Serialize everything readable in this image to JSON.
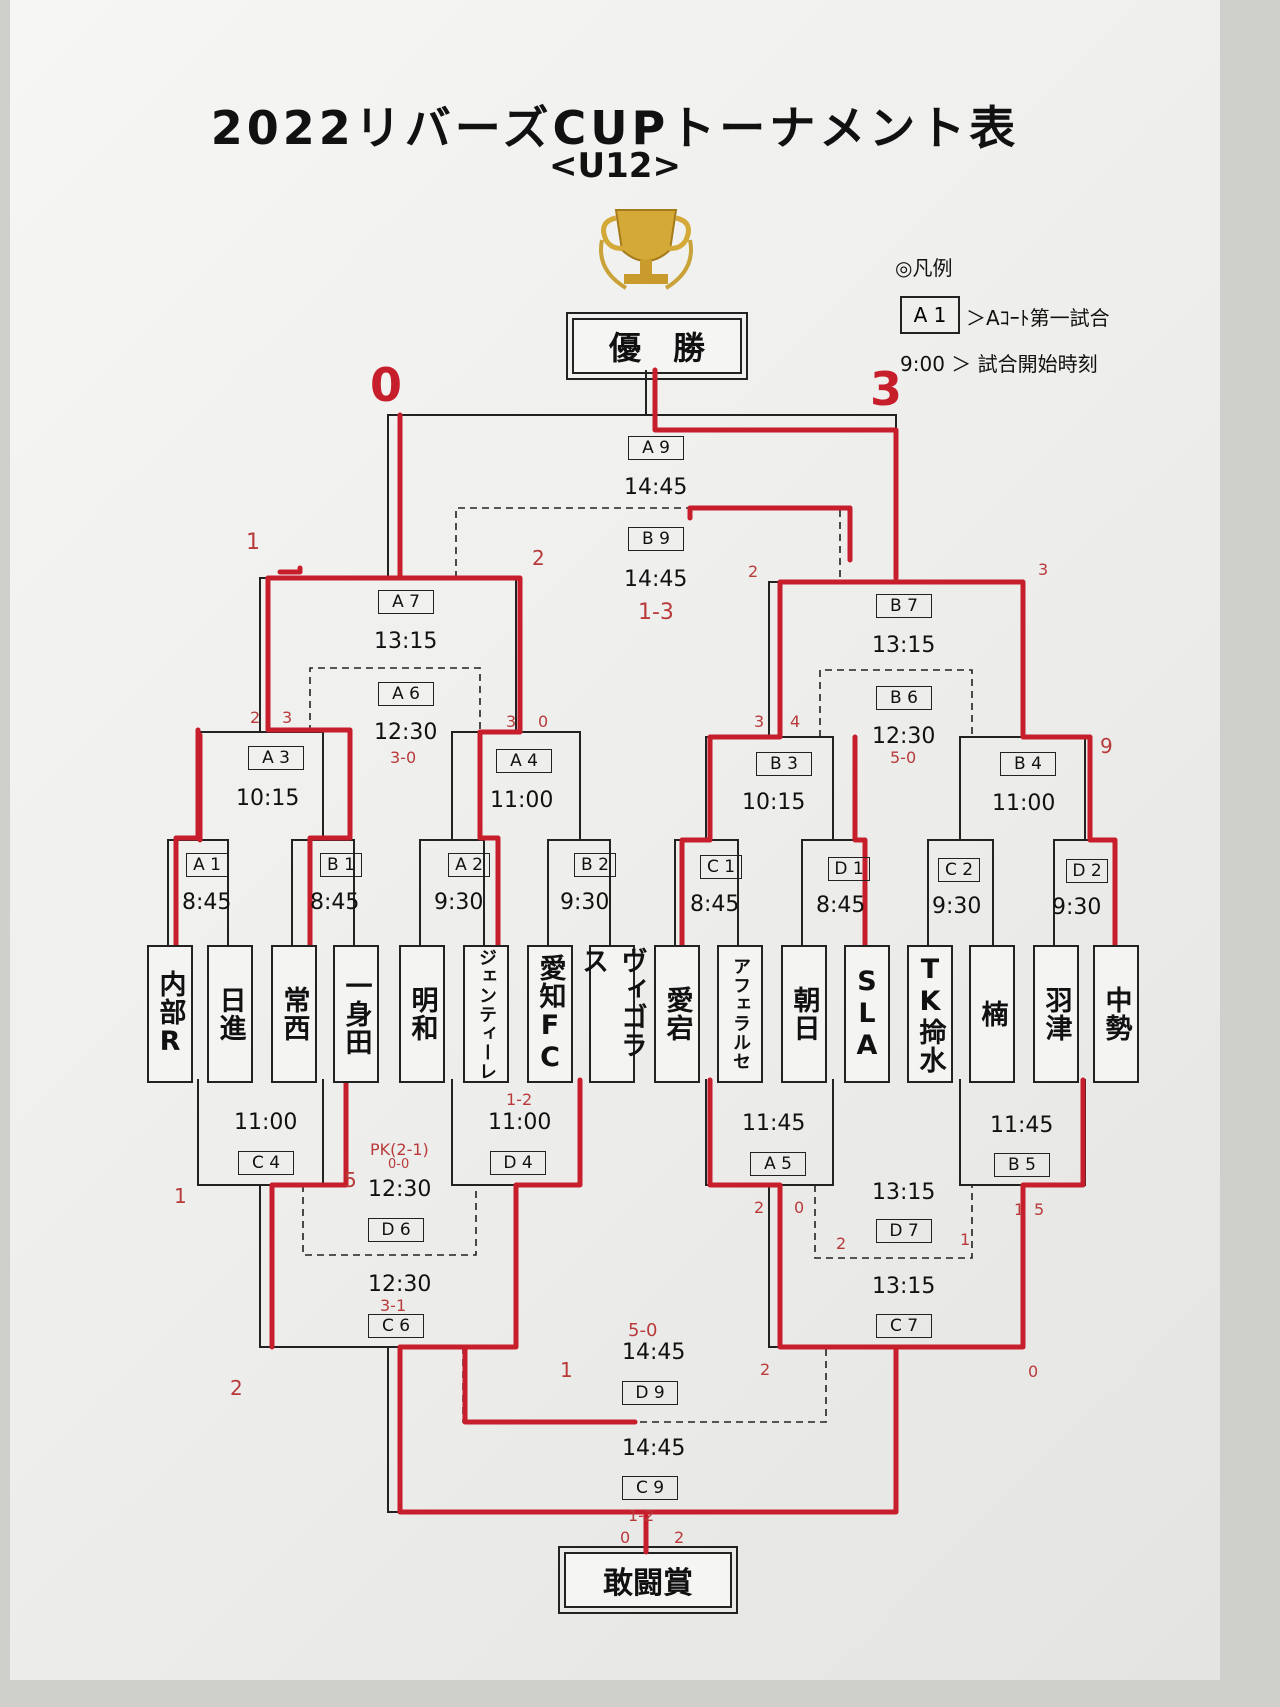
{
  "title": "2022リバーズCUPトーナメント表",
  "subtitle": "<U12>",
  "trophy_icon": "trophy-icon",
  "winner_label": "優　勝",
  "fighting_label": "敢闘賞",
  "legend": {
    "heading": "◎凡例",
    "code_example": "A 1",
    "code_desc": "＞Aｺｰﾄ第一試合",
    "time_desc": "9:00 ＞ 試合開始時刻"
  },
  "colors": {
    "marker_red": "#c71e2c",
    "ink": "#111111"
  },
  "teams": [
    "内部R",
    "日進",
    "常西",
    "一身田",
    "明和",
    "ジェンティーレ",
    "愛知FC",
    "ヴィゴラス",
    "愛宕",
    "アフェラルセ",
    "朝日",
    "SLA",
    "TK掵水",
    "楠",
    "羽津",
    "中勢"
  ],
  "matches": {
    "A1": {
      "code": "A 1",
      "time": "8:45"
    },
    "B1": {
      "code": "B 1",
      "time": "8:45"
    },
    "A2": {
      "code": "A 2",
      "time": "9:30"
    },
    "B2": {
      "code": "B 2",
      "time": "9:30"
    },
    "C1": {
      "code": "C 1",
      "time": "8:45"
    },
    "D1": {
      "code": "D 1",
      "time": "8:45"
    },
    "C2": {
      "code": "C 2",
      "time": "9:30"
    },
    "D2": {
      "code": "D 2",
      "time": "9:30"
    },
    "A3": {
      "code": "A 3",
      "time": "10:15"
    },
    "A4": {
      "code": "A 4",
      "time": "11:00"
    },
    "B3": {
      "code": "B 3",
      "time": "10:15"
    },
    "B4": {
      "code": "B 4",
      "time": "11:00"
    },
    "A6": {
      "code": "A 6",
      "time": "12:30"
    },
    "B6": {
      "code": "B 6",
      "time": "12:30"
    },
    "A7": {
      "code": "A 7",
      "time": "13:15"
    },
    "B7": {
      "code": "B 7",
      "time": "13:15"
    },
    "A9": {
      "code": "A 9",
      "time": "14:45"
    },
    "B9": {
      "code": "B 9",
      "time": "14:45"
    },
    "C4": {
      "code": "C 4",
      "time": "11:00"
    },
    "D4": {
      "code": "D 4",
      "time": "11:00"
    },
    "A5": {
      "code": "A 5",
      "time": "11:45"
    },
    "B5": {
      "code": "B 5",
      "time": "11:45"
    },
    "D6": {
      "code": "D 6",
      "time": "12:30"
    },
    "C6": {
      "code": "C 6",
      "time": "12:30"
    },
    "D7": {
      "code": "D 7",
      "time": "13:15"
    },
    "C7": {
      "code": "C 7",
      "time": "13:15"
    },
    "D9": {
      "code": "D 9",
      "time": "14:45"
    },
    "C9": {
      "code": "C 9",
      "time": "14:45"
    }
  },
  "handwritten": {
    "final_left": "0",
    "final_right": "3",
    "b9_score": "1-3",
    "a6_score": "3-0",
    "b6_score": "5-0",
    "d6_score": "PK(2-1)",
    "d6_sub": "0-0",
    "c6_score": "3-1",
    "d4_score": "1-2",
    "d9_score": "5-0",
    "c9_score": "1-2",
    "s1": "1",
    "s2": "2",
    "s3": "2",
    "s4": "3",
    "s5": "2",
    "s6": "3",
    "s7": "3",
    "s8": "0",
    "s9": "3",
    "s10": "4",
    "s11": "9",
    "s12": "5",
    "s13": "1",
    "s14": "2",
    "s15": "1",
    "s16": "2",
    "s17": "0",
    "s18": "1",
    "s19": "5",
    "s20": "2",
    "s21": "0",
    "s22": "1",
    "s23": "2",
    "c9_left": "0",
    "c9_right": "2"
  }
}
